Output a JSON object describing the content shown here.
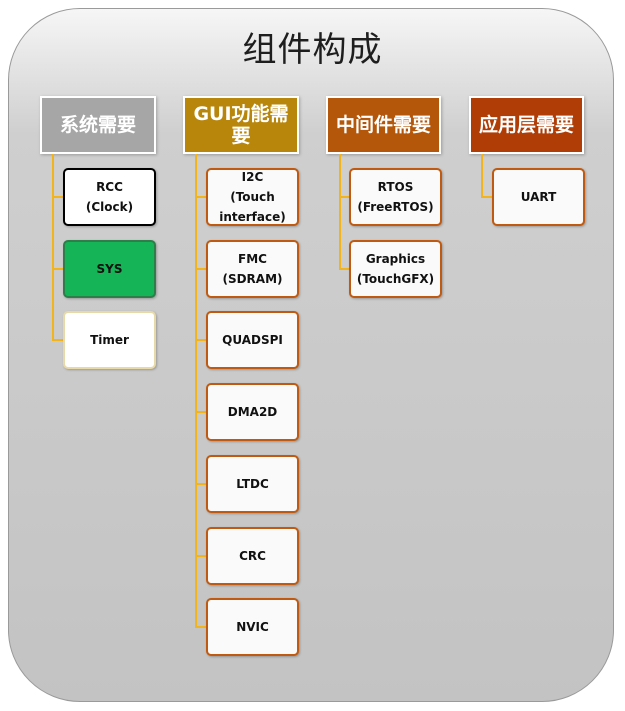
{
  "title": "组件构成",
  "columns": [
    {
      "header": "系统需要",
      "color": "#a6a6a6",
      "items": [
        {
          "label": "RCC\n(Clock)",
          "border": "#000000",
          "fill": "#ffffff"
        },
        {
          "label": "SYS",
          "border": "#2e7d4a",
          "fill": "#15b457"
        },
        {
          "label": "Timer",
          "border": "#e8d9a8",
          "fill": "#ffffff"
        }
      ]
    },
    {
      "header": "GUI功能需要",
      "color": "#b8860b",
      "items": [
        {
          "label": "I2C\n(Touch\ninterface)"
        },
        {
          "label": "FMC (SDRAM)"
        },
        {
          "label": "QUADSPI"
        },
        {
          "label": "DMA2D"
        },
        {
          "label": "LTDC"
        },
        {
          "label": "CRC"
        },
        {
          "label": "NVIC"
        }
      ]
    },
    {
      "header": "中间件需要",
      "color": "#b4570a",
      "items": [
        {
          "label": "RTOS\n(FreeRTOS)"
        },
        {
          "label": "Graphics\n(TouchGFX)"
        }
      ]
    },
    {
      "header": "应用层需要",
      "color": "#b13d06",
      "items": [
        {
          "label": "UART"
        }
      ]
    }
  ]
}
